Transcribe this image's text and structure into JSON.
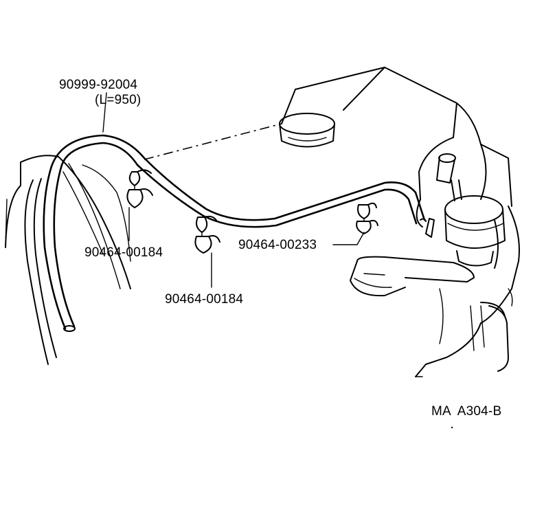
{
  "diagram": {
    "hose_part": {
      "number": "90999-92004",
      "length": "(L=950)"
    },
    "clamp_left": "90464-00184",
    "clamp_center": "90464-00184",
    "clamp_right": "90464-00233",
    "figure_code": "MA  A304-B"
  }
}
